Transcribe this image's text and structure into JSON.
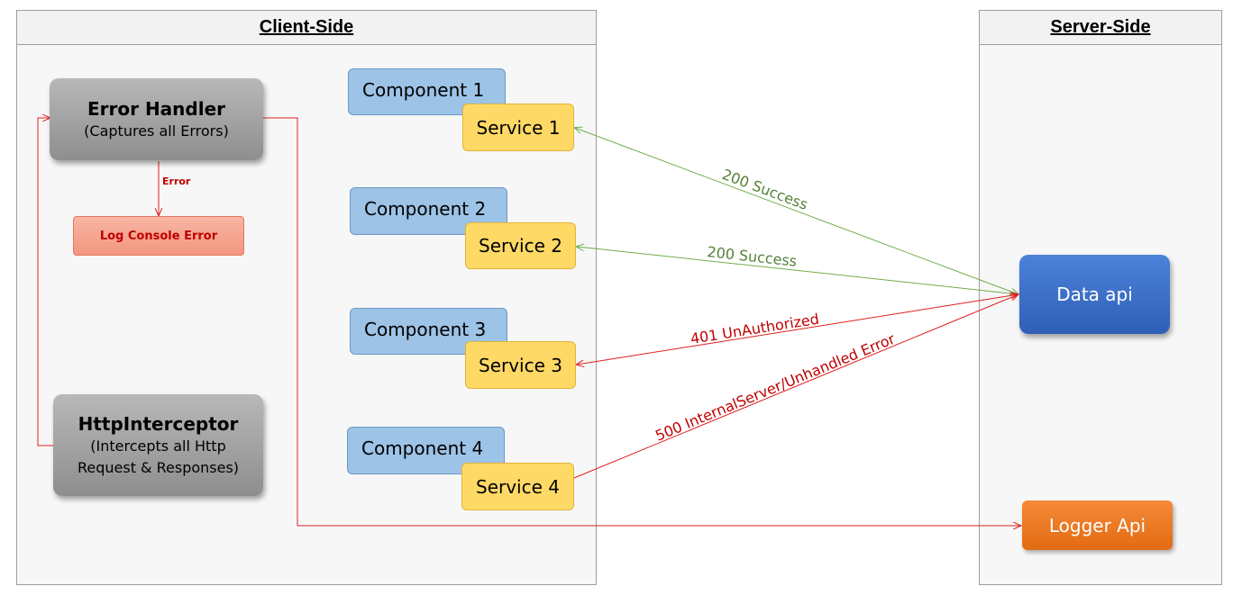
{
  "client_side": {
    "title": "Client-Side"
  },
  "server_side": {
    "title": "Server-Side"
  },
  "error_handler": {
    "title": "Error Handler",
    "subtitle": "(Captures all Errors)"
  },
  "http_interceptor": {
    "title": "HttpInterceptor",
    "subtitle_line1": "(Intercepts all Http",
    "subtitle_line2": "Request & Responses)"
  },
  "log_console": {
    "label": "Log Console Error",
    "edge_label": "Error"
  },
  "components": [
    {
      "label": "Component 1",
      "service": "Service 1"
    },
    {
      "label": "Component 2",
      "service": "Service 2"
    },
    {
      "label": "Component 3",
      "service": "Service 3"
    },
    {
      "label": "Component 4",
      "service": "Service 4"
    }
  ],
  "data_api": {
    "label": "Data api"
  },
  "logger_api": {
    "label": "Logger Api"
  },
  "edges": {
    "service1": "200 Success",
    "service2": "200 Success",
    "service3": "401 UnAuthorized",
    "service4": "500 InternalServer/Unhandled Error"
  },
  "colors": {
    "success": "#70ad47",
    "error": "#e02020",
    "data_api": "#3a6fc8",
    "logger_api": "#ee7b22",
    "service": "#ffd966",
    "component": "#9dc3e6"
  }
}
